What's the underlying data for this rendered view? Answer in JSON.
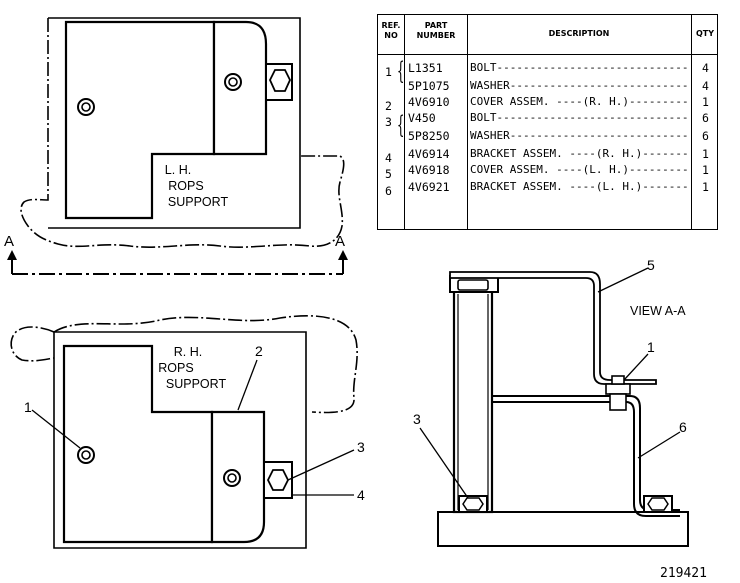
{
  "table": {
    "headers": {
      "ref_no": "REF. NO",
      "part_number": "PART NUMBER",
      "description": "DESCRIPTION",
      "qty": "QTY"
    },
    "rows": [
      {
        "ref": "1",
        "part": "L1351",
        "description": "BOLT",
        "qty": "4"
      },
      {
        "ref": "",
        "part": "5P1075",
        "description": "WASHER",
        "qty": "4"
      },
      {
        "ref": "2",
        "part": "4V6910",
        "description": "COVER ASSEM.",
        "side": "(R. H.)",
        "qty": "1"
      },
      {
        "ref": "3",
        "part": "V450",
        "description": "BOLT",
        "qty": "6"
      },
      {
        "ref": "",
        "part": "5P8250",
        "description": "WASHER",
        "qty": "6"
      },
      {
        "ref": "4",
        "part": "4V6914",
        "description": "BRACKET ASSEM.",
        "side": "(R. H.)",
        "qty": "1"
      },
      {
        "ref": "5",
        "part": "4V6918",
        "description": "COVER ASSEM.",
        "side": "(L. H.)",
        "qty": "1"
      },
      {
        "ref": "6",
        "part": "4V6921",
        "description": "BRACKET ASSEM.",
        "side": "(L. H.)",
        "qty": "1"
      }
    ]
  },
  "top_left_view": {
    "label_lines": [
      "L. H.",
      "ROPS",
      "SUPPORT"
    ],
    "section_marker_left": "A",
    "section_marker_right": "A"
  },
  "bottom_left_view": {
    "label_lines": [
      "R. H.",
      "ROPS",
      "SUPPORT"
    ],
    "callouts": {
      "c1": "1",
      "c2": "2",
      "c3": "3",
      "c4": "4"
    }
  },
  "section_view": {
    "title": "VIEW A-A",
    "callouts": {
      "c5": "5",
      "c1": "1",
      "c3": "3",
      "c6": "6"
    }
  },
  "figure_number": "219421"
}
